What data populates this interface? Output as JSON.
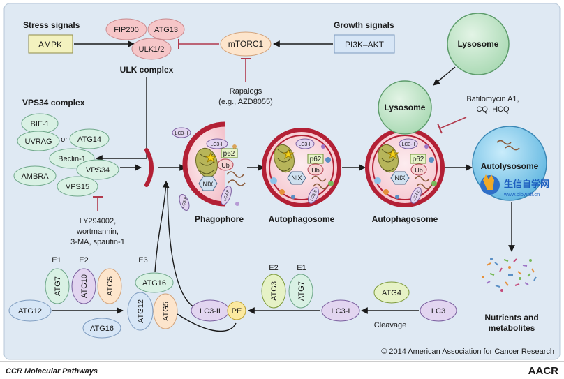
{
  "colors": {
    "panel_bg": "#dfe9f3",
    "mtor_fill": "#fde5cc",
    "ulk_fill": "#f6c6c8",
    "vps_fill": "#d9f1e4",
    "lysosome_fill": "#bfe2c7",
    "autolyso_fill": "#7ec8ea",
    "lc3_fill": "#e2d5f0",
    "pe_fill": "#fbe9a0",
    "inhibit_color": "#b1394c"
  },
  "stress": {
    "title": "Stress signals",
    "box": "AMPK"
  },
  "growth": {
    "title": "Growth signals",
    "box": "PI3K–AKT"
  },
  "ulk": {
    "title": "ULK complex",
    "fip200": "FIP200",
    "atg13": "ATG13",
    "ulk12": "ULK1/2"
  },
  "mtorc1": "mTORC1",
  "rapalogs": {
    "line1": "Rapalogs",
    "line2": "(e.g., AZD8055)"
  },
  "vps34": {
    "title": "VPS34 complex",
    "bif1": "BIF-1",
    "uvrag": "UVRAG",
    "or": "or",
    "atg14": "ATG14",
    "beclin": "Beclin-1",
    "ambra": "AMBRA",
    "vps34": "VPS34",
    "vps15": "VPS15"
  },
  "ly": {
    "line1": "LY294002,",
    "line2": "wortmannin,",
    "line3": "3-MA, spautin-1"
  },
  "lysosome": {
    "top": "Lysosome",
    "mid": "Lysosome"
  },
  "bafilo": {
    "line1": "Bafilomycin A1,",
    "line2": "CQ, HCQ"
  },
  "stages": {
    "phagophore": "Phagophore",
    "autophagosome1": "Autophagosome",
    "autophagosome2": "Autophagosome",
    "autolysosome": "Autolysosome"
  },
  "markers": {
    "lc3ii": "LC3-II",
    "p62": "p62",
    "ub": "Ub",
    "nix": "NIX"
  },
  "nutrients": {
    "line1": "Nutrients and",
    "line2": "metabolites"
  },
  "conjugation": {
    "e1": "E1",
    "e2": "E2",
    "e3": "E3",
    "atg7": "ATG7",
    "atg10": "ATG10",
    "atg5": "ATG5",
    "atg12": "ATG12",
    "atg16": "ATG16",
    "atg3": "ATG3",
    "atg4": "ATG4",
    "lc3ii": "LC3-II",
    "pe": "PE",
    "lc3i": "LC3-I",
    "lc3": "LC3",
    "cleavage": "Cleavage"
  },
  "watermark": {
    "cn": "生信自学网",
    "url": "www.biowolf.cn"
  },
  "copyright": "© 2014 American Association for Cancer Research",
  "footer": {
    "left": "CCR Molecular Pathways",
    "right": "AACR"
  }
}
